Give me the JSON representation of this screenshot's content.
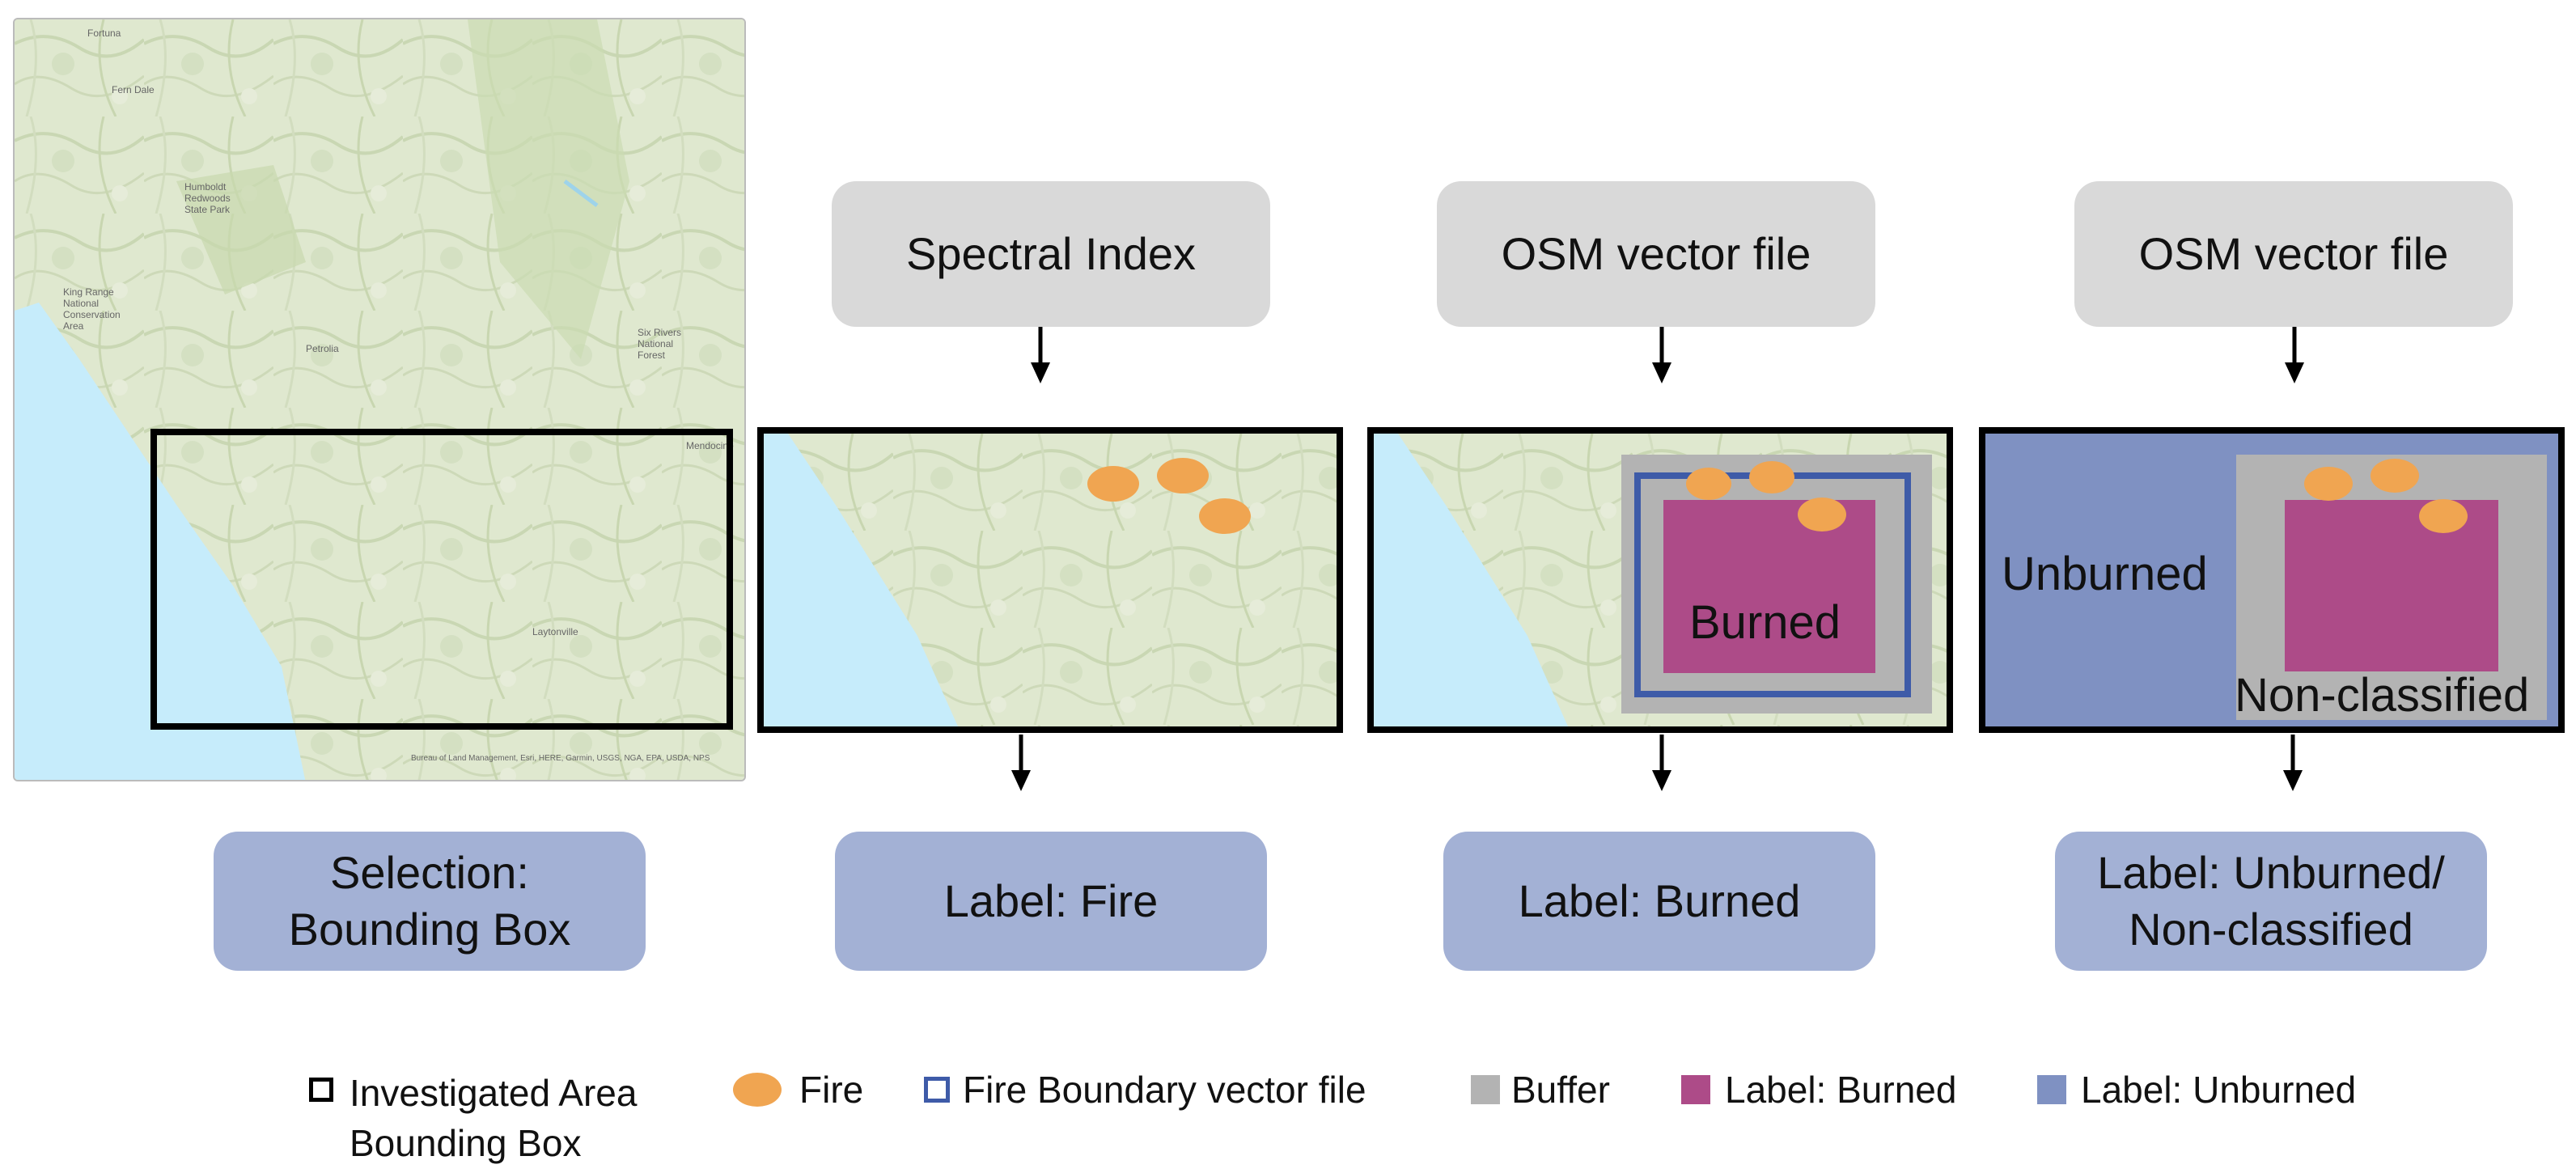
{
  "top_boxes": [
    {
      "text": "Spectral Index"
    },
    {
      "text": "OSM vector file"
    },
    {
      "text": "OSM vector file"
    }
  ],
  "bottom_boxes": [
    {
      "line1": "Selection:",
      "line2": "Bounding Box"
    },
    {
      "line1": "Label: Fire",
      "line2": ""
    },
    {
      "line1": "Label: Burned",
      "line2": ""
    },
    {
      "line1": "Label: Unburned/",
      "line2": "Non-classified"
    }
  ],
  "panel_labels": {
    "burned": "Burned",
    "unburned": "Unburned",
    "non_classified": "Non-classified"
  },
  "map_labels": {
    "fortuna": "Fortuna",
    "ferndale": "Fern Dale",
    "humboldt": "Humboldt Redwoods State Park",
    "kingrange": "King Range National Conservation Area",
    "petrolia": "Petrolia",
    "sixrivers": "Six Rivers National Forest",
    "laytonville": "Laytonville",
    "mendocino": "Mendocino",
    "attribution": "Bureau of Land Management, Esri, HERE, Garmin, USGS, NGA, EPA, USDA, NPS"
  },
  "legend": [
    {
      "icon": "black-square-outline",
      "line1": "Investigated Area",
      "line2": "Bounding Box"
    },
    {
      "icon": "orange-ellipse",
      "line1": "Fire"
    },
    {
      "icon": "blue-square-outline",
      "line1": "Fire Boundary vector file"
    },
    {
      "icon": "gray-square",
      "line1": "Buffer"
    },
    {
      "icon": "magenta-square",
      "line1": "Label: Burned"
    },
    {
      "icon": "blue-square",
      "line1": "Label: Unburned"
    }
  ],
  "colors": {
    "gray_box": "#d9d9d9",
    "blue_box": "#a3b1d5",
    "fire": "#f0a551",
    "buffer": "#b3b3b3",
    "burned": "#ad4b88",
    "unburned": "#7f91c2",
    "fire_boundary": "#3e5ba8",
    "water": "#c6ecfb",
    "land": "#dfe8cf"
  }
}
